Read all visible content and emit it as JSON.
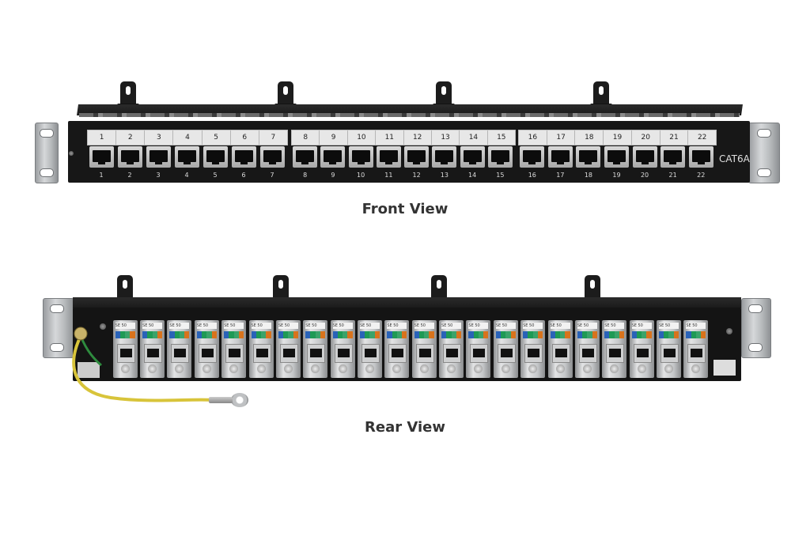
{
  "product": {
    "type": "rack-mount patch panel",
    "ports_per_panel": 22,
    "category_label": "CAT6A"
  },
  "front_view": {
    "caption": "Front View",
    "port_labels": [
      "1",
      "2",
      "3",
      "4",
      "5",
      "6",
      "7",
      "8",
      "9",
      "10",
      "11",
      "12",
      "13",
      "14",
      "15",
      "16",
      "17",
      "18",
      "19",
      "20",
      "21",
      "22"
    ],
    "label_groups": [
      [
        "1",
        "2",
        "3",
        "4",
        "5",
        "6",
        "7"
      ],
      [
        "8",
        "9",
        "10",
        "11",
        "12",
        "13",
        "14",
        "15"
      ],
      [
        "16",
        "17",
        "18",
        "19",
        "20",
        "21",
        "22"
      ]
    ],
    "category_label": "CAT6A"
  },
  "rear_view": {
    "caption": "Rear View",
    "keystone_count": 22,
    "keystone_label_text": "SE 50",
    "wire_colors": [
      "#2a63b8",
      "#1f9a55",
      "#3aa36a",
      "#d8731c"
    ],
    "ground_wire_colors": [
      "#d8c43a",
      "#2e8b3e"
    ]
  }
}
